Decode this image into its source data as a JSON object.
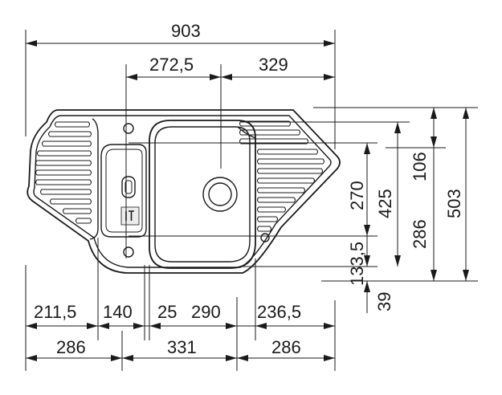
{
  "dimensions": {
    "overall_width": "903",
    "bowl_offset": "272,5",
    "right_offset": "329",
    "overall_depth": "503",
    "depth_425": "425",
    "depth_270": "270",
    "depth_286_right": "286",
    "depth_106": "106",
    "depth_133_5": "133,5",
    "depth_39": "39",
    "bottom_211_5": "211,5",
    "bottom_140": "140",
    "bottom_25": "25",
    "bottom_290": "290",
    "bottom_236_5": "236,5",
    "bottom_286_left": "286",
    "bottom_331": "331",
    "bottom_286_right": "286"
  },
  "colors": {
    "line": "#1a1a1a",
    "background": "#ffffff"
  },
  "icons": [
    "drain-icon",
    "overflow-icon",
    "tap-hole-icon",
    "brand-logo-icon"
  ]
}
